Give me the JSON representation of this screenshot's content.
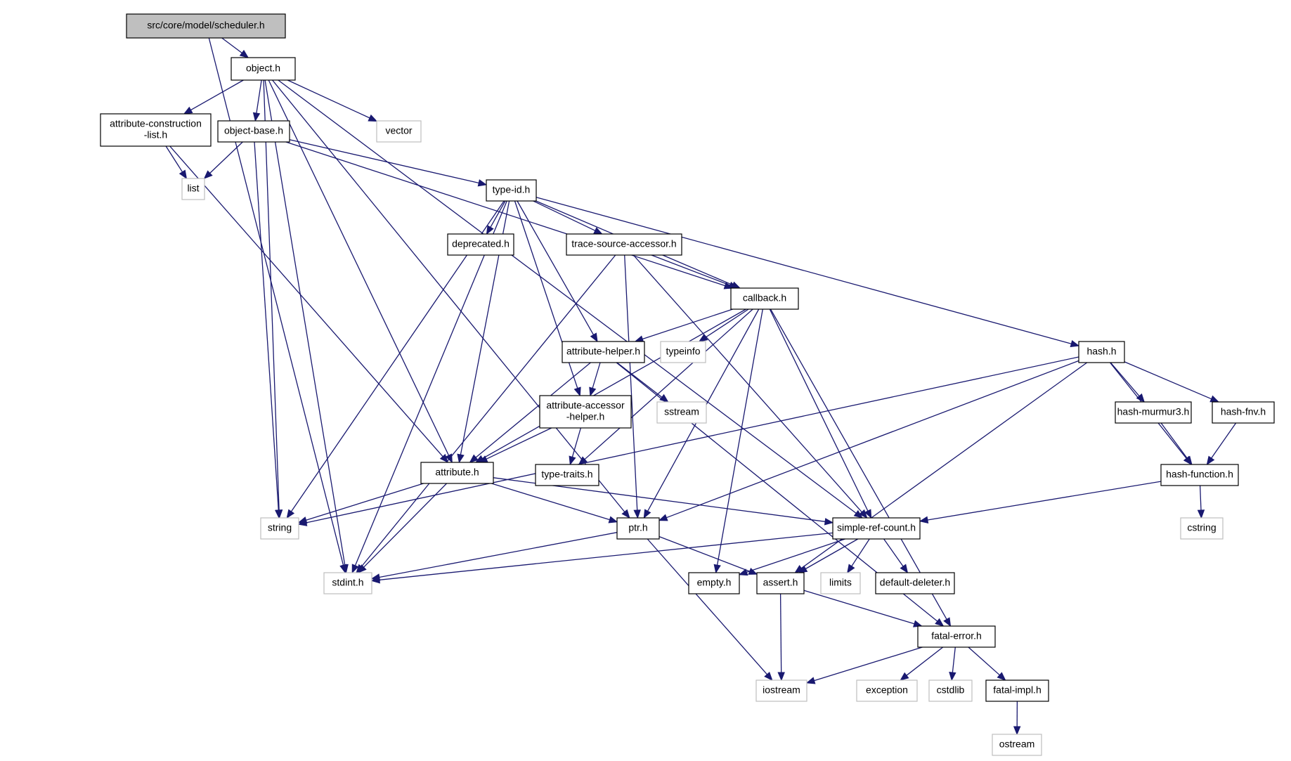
{
  "graph": {
    "edge_color": "#191970",
    "root_fill": "#bfbfbf",
    "external_border": "#bfbfbf",
    "nodes": [
      {
        "id": "scheduler",
        "lines": [
          "src/core/model/scheduler.h"
        ],
        "kind": "root"
      },
      {
        "id": "object",
        "lines": [
          "object.h"
        ],
        "kind": "internal"
      },
      {
        "id": "attrconst",
        "lines": [
          "attribute-construction",
          "-list.h"
        ],
        "kind": "internal"
      },
      {
        "id": "objbase",
        "lines": [
          "object-base.h"
        ],
        "kind": "internal"
      },
      {
        "id": "vector",
        "lines": [
          "vector"
        ],
        "kind": "external"
      },
      {
        "id": "list",
        "lines": [
          "list"
        ],
        "kind": "external"
      },
      {
        "id": "typeid",
        "lines": [
          "type-id.h"
        ],
        "kind": "internal"
      },
      {
        "id": "deprecated",
        "lines": [
          "deprecated.h"
        ],
        "kind": "internal"
      },
      {
        "id": "tsa",
        "lines": [
          "trace-source-accessor.h"
        ],
        "kind": "internal"
      },
      {
        "id": "callback",
        "lines": [
          "callback.h"
        ],
        "kind": "internal"
      },
      {
        "id": "attrhelper",
        "lines": [
          "attribute-helper.h"
        ],
        "kind": "internal"
      },
      {
        "id": "typeinfo",
        "lines": [
          "typeinfo"
        ],
        "kind": "external"
      },
      {
        "id": "hash",
        "lines": [
          "hash.h"
        ],
        "kind": "internal"
      },
      {
        "id": "sstream",
        "lines": [
          "sstream"
        ],
        "kind": "external"
      },
      {
        "id": "aah",
        "lines": [
          "attribute-accessor",
          "-helper.h"
        ],
        "kind": "internal"
      },
      {
        "id": "murmur",
        "lines": [
          "hash-murmur3.h"
        ],
        "kind": "internal"
      },
      {
        "id": "fnv",
        "lines": [
          "hash-fnv.h"
        ],
        "kind": "internal"
      },
      {
        "id": "attribute",
        "lines": [
          "attribute.h"
        ],
        "kind": "internal"
      },
      {
        "id": "typetraits",
        "lines": [
          "type-traits.h"
        ],
        "kind": "internal"
      },
      {
        "id": "hashfn",
        "lines": [
          "hash-function.h"
        ],
        "kind": "internal"
      },
      {
        "id": "string",
        "lines": [
          "string"
        ],
        "kind": "external"
      },
      {
        "id": "ptr",
        "lines": [
          "ptr.h"
        ],
        "kind": "internal"
      },
      {
        "id": "src",
        "lines": [
          "simple-ref-count.h"
        ],
        "kind": "internal"
      },
      {
        "id": "cstring",
        "lines": [
          "cstring"
        ],
        "kind": "external"
      },
      {
        "id": "stdint",
        "lines": [
          "stdint.h"
        ],
        "kind": "external"
      },
      {
        "id": "empty",
        "lines": [
          "empty.h"
        ],
        "kind": "internal"
      },
      {
        "id": "assert",
        "lines": [
          "assert.h"
        ],
        "kind": "internal"
      },
      {
        "id": "limits",
        "lines": [
          "limits"
        ],
        "kind": "external"
      },
      {
        "id": "deleter",
        "lines": [
          "default-deleter.h"
        ],
        "kind": "internal"
      },
      {
        "id": "fatalerr",
        "lines": [
          "fatal-error.h"
        ],
        "kind": "internal"
      },
      {
        "id": "iostream",
        "lines": [
          "iostream"
        ],
        "kind": "external"
      },
      {
        "id": "exception",
        "lines": [
          "exception"
        ],
        "kind": "external"
      },
      {
        "id": "cstdlib",
        "lines": [
          "cstdlib"
        ],
        "kind": "external"
      },
      {
        "id": "fatalimpl",
        "lines": [
          "fatal-impl.h"
        ],
        "kind": "internal"
      },
      {
        "id": "ostream",
        "lines": [
          "ostream"
        ],
        "kind": "external"
      }
    ],
    "edges": [
      [
        "scheduler",
        "object"
      ],
      [
        "scheduler",
        "stdint"
      ],
      [
        "object",
        "attrconst"
      ],
      [
        "object",
        "objbase"
      ],
      [
        "object",
        "vector"
      ],
      [
        "object",
        "attribute"
      ],
      [
        "object",
        "ptr"
      ],
      [
        "object",
        "src"
      ],
      [
        "object",
        "string"
      ],
      [
        "object",
        "stdint"
      ],
      [
        "attrconst",
        "list"
      ],
      [
        "attrconst",
        "attribute"
      ],
      [
        "objbase",
        "list"
      ],
      [
        "objbase",
        "typeid"
      ],
      [
        "objbase",
        "callback"
      ],
      [
        "objbase",
        "string"
      ],
      [
        "typeid",
        "deprecated"
      ],
      [
        "typeid",
        "tsa"
      ],
      [
        "typeid",
        "callback"
      ],
      [
        "typeid",
        "attrhelper"
      ],
      [
        "typeid",
        "hash"
      ],
      [
        "typeid",
        "aah"
      ],
      [
        "typeid",
        "attribute"
      ],
      [
        "typeid",
        "string"
      ],
      [
        "typeid",
        "stdint"
      ],
      [
        "tsa",
        "callback"
      ],
      [
        "tsa",
        "ptr"
      ],
      [
        "tsa",
        "src"
      ],
      [
        "tsa",
        "stdint"
      ],
      [
        "callback",
        "attrhelper"
      ],
      [
        "callback",
        "typeinfo"
      ],
      [
        "callback",
        "attribute"
      ],
      [
        "callback",
        "typetraits"
      ],
      [
        "callback",
        "ptr"
      ],
      [
        "callback",
        "src"
      ],
      [
        "callback",
        "empty"
      ],
      [
        "callback",
        "fatalerr"
      ],
      [
        "attrhelper",
        "aah"
      ],
      [
        "attrhelper",
        "sstream"
      ],
      [
        "attrhelper",
        "attribute"
      ],
      [
        "attrhelper",
        "fatalerr"
      ],
      [
        "aah",
        "attribute"
      ],
      [
        "aah",
        "typetraits"
      ],
      [
        "hash",
        "murmur"
      ],
      [
        "hash",
        "fnv"
      ],
      [
        "hash",
        "hashfn"
      ],
      [
        "hash",
        "string"
      ],
      [
        "hash",
        "ptr"
      ],
      [
        "hash",
        "assert"
      ],
      [
        "murmur",
        "hashfn"
      ],
      [
        "fnv",
        "hashfn"
      ],
      [
        "hashfn",
        "cstring"
      ],
      [
        "hashfn",
        "src"
      ],
      [
        "attribute",
        "string"
      ],
      [
        "attribute",
        "ptr"
      ],
      [
        "attribute",
        "src"
      ],
      [
        "attribute",
        "stdint"
      ],
      [
        "ptr",
        "stdint"
      ],
      [
        "ptr",
        "assert"
      ],
      [
        "ptr",
        "iostream"
      ],
      [
        "src",
        "empty"
      ],
      [
        "src",
        "assert"
      ],
      [
        "src",
        "limits"
      ],
      [
        "src",
        "deleter"
      ],
      [
        "src",
        "stdint"
      ],
      [
        "assert",
        "fatalerr"
      ],
      [
        "assert",
        "iostream"
      ],
      [
        "fatalerr",
        "iostream"
      ],
      [
        "fatalerr",
        "exception"
      ],
      [
        "fatalerr",
        "cstdlib"
      ],
      [
        "fatalerr",
        "fatalimpl"
      ],
      [
        "fatalimpl",
        "ostream"
      ]
    ]
  }
}
